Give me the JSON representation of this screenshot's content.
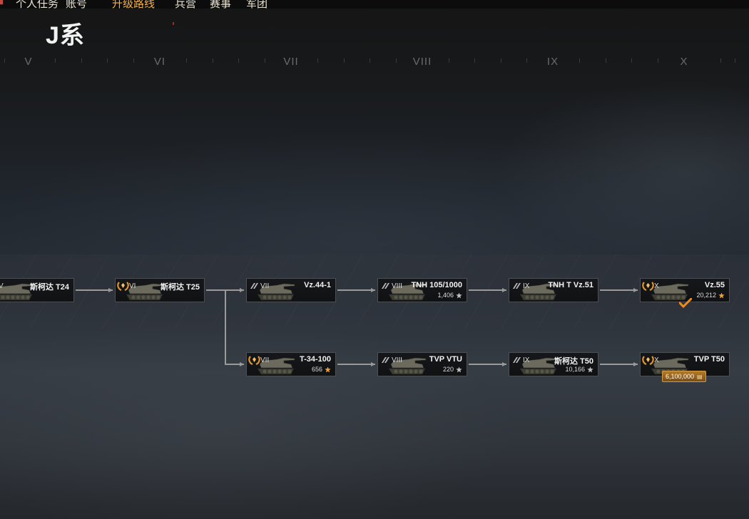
{
  "nav": {
    "items": [
      {
        "label": "个人任务",
        "active": false
      },
      {
        "label": "账号",
        "active": false
      },
      {
        "label": "升级路线",
        "active": true
      },
      {
        "label": "兵营",
        "active": false
      },
      {
        "label": "赛事",
        "active": false
      },
      {
        "label": "军团",
        "active": false
      }
    ]
  },
  "page": {
    "title": "J系"
  },
  "tiers": [
    "V",
    "VI",
    "VII",
    "VIII",
    "IX",
    "X"
  ],
  "tanks": {
    "t24": {
      "tier": "V",
      "name": "斯柯达 T24",
      "xp": "",
      "status": "premium"
    },
    "t25": {
      "tier": "VI",
      "name": "斯柯达 T25",
      "xp": "",
      "status": "elite"
    },
    "vz441": {
      "tier": "VII",
      "name": "Vz.44-1",
      "xp": "",
      "status": "researched"
    },
    "tnh1051000": {
      "tier": "VIII",
      "name": "TNH 105/1000",
      "xp": "1,406",
      "status": "researched"
    },
    "tnhtvz51": {
      "tier": "IX",
      "name": "TNH T Vz.51",
      "xp": "",
      "status": "researched"
    },
    "vz55": {
      "tier": "X",
      "name": "Vz.55",
      "xp": "20,212",
      "status": "elite"
    },
    "t34100": {
      "tier": "VII",
      "name": "T-34-100",
      "xp": "656",
      "status": "elite"
    },
    "tvpvtu": {
      "tier": "VIII",
      "name": "TVP VTU",
      "xp": "220",
      "status": "researched"
    },
    "t50": {
      "tier": "IX",
      "name": "斯柯达 T50",
      "xp": "10,166",
      "status": "researched"
    },
    "tvpt50": {
      "tier": "X",
      "name": "TVP T50",
      "xp": "",
      "status": "elite"
    }
  },
  "tvpt50_price": "6,100,000",
  "colors": {
    "accent": "#f1b04a",
    "check": "#f08a1c",
    "line": "#9a9a9a",
    "price_bg": "#9a6420"
  },
  "icons": {
    "elite": "laurel-badge-icon",
    "researched": "chevron-rank-icon",
    "xp": "star-icon",
    "price": "credits-icon",
    "selected": "checkmark-icon"
  }
}
